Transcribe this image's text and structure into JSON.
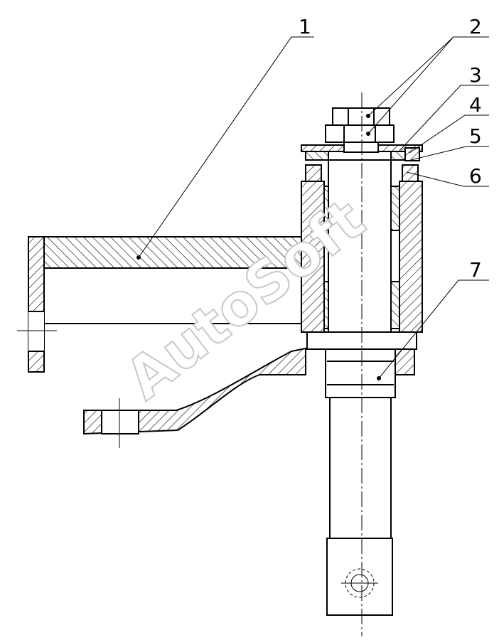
{
  "labels": {
    "l1": "1",
    "l2": "2",
    "l3": "3",
    "l4": "4",
    "l5": "5",
    "l6": "6",
    "l7": "7"
  },
  "watermark": "AutoSoft",
  "colors": {
    "line": "#000000",
    "watermark_outline": "#c8c8c8"
  }
}
